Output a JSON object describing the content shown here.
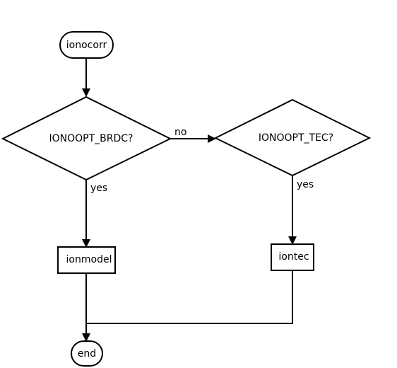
{
  "flowchart": {
    "nodes": {
      "start": {
        "label": "ionocorr",
        "shape": "rounded"
      },
      "decision_brdc": {
        "label": "IONOOPT_BRDC?",
        "shape": "diamond"
      },
      "decision_tec": {
        "label": "IONOOPT_TEC?",
        "shape": "diamond"
      },
      "ionmodel": {
        "label": "ionmodel",
        "shape": "rectangle"
      },
      "iontec": {
        "label": "iontec",
        "shape": "rectangle"
      },
      "end": {
        "label": "end",
        "shape": "rounded"
      }
    },
    "edges": {
      "brdc_yes": {
        "from": "decision_brdc",
        "to": "ionmodel",
        "label": "yes"
      },
      "brdc_no": {
        "from": "decision_brdc",
        "to": "decision_tec",
        "label": "no"
      },
      "tec_yes": {
        "from": "decision_tec",
        "to": "iontec",
        "label": "yes"
      }
    },
    "colors": {
      "stroke": "#000000",
      "fill": "#ffffff",
      "text": "#000000"
    }
  }
}
